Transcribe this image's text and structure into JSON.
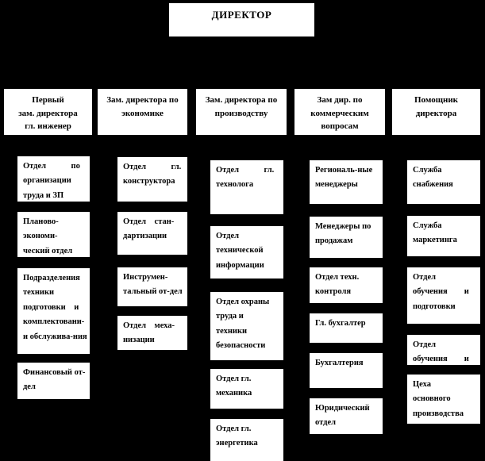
{
  "chart_title": "ДИРЕКТОР",
  "colors": {
    "background": "#000000",
    "box_fill": "#ffffff",
    "box_text": "#000000"
  },
  "director": {
    "label": "ДИРЕКТОР"
  },
  "columns": [
    {
      "header": "Первый\nзам. директора\nгл. инженер",
      "boxes": [
        "Отдел   по\nорганизации\nтруда и ЗП",
        "Планово-\nэкономи-\nческий отдел",
        "Подразделения\nтехники\nподготовки и\nкомплектовани-\nи обслужива-ния",
        "Финансовый от-\nдел"
      ]
    },
    {
      "header": "Зам. директора по\nэкономике",
      "boxes": [
        "Отдел   гл.\nконструктора",
        "Отдел стан-\nдартизации",
        "Инструмен-\nтальный от-дел",
        "Отдел меха-\nнизации"
      ]
    },
    {
      "header": "Зам. директора по\nпроизводству",
      "boxes": [
        "Отдел   гл.\nтехнолога",
        "Отдел\nтехнической\nинформации",
        "Отдел охраны\nтруда и\nтехники\nбезопасности",
        "Отдел гл.\nмеханика",
        "Отдел гл.\nэнергетика"
      ]
    },
    {
      "header": "Зам дир. по\nкоммерческим\nвопросам",
      "boxes": [
        "Региональ-ные\nменеджеры",
        "Менеджеры по\nпродажам",
        "Отдел техн.\nконтроля",
        "Гл. бухгалтер",
        "Бухгалтерия",
        "Юридический\nотдел"
      ]
    },
    {
      "header": "Помощник\nдиректора",
      "boxes": [
        "Служба\nснабжения",
        "Служба\nмаркетинга",
        "Отдел\nобучения  и\nподготовки",
        "Отдел\nобучения  и",
        "Цеха\nосновного\nпроизводства"
      ]
    }
  ]
}
